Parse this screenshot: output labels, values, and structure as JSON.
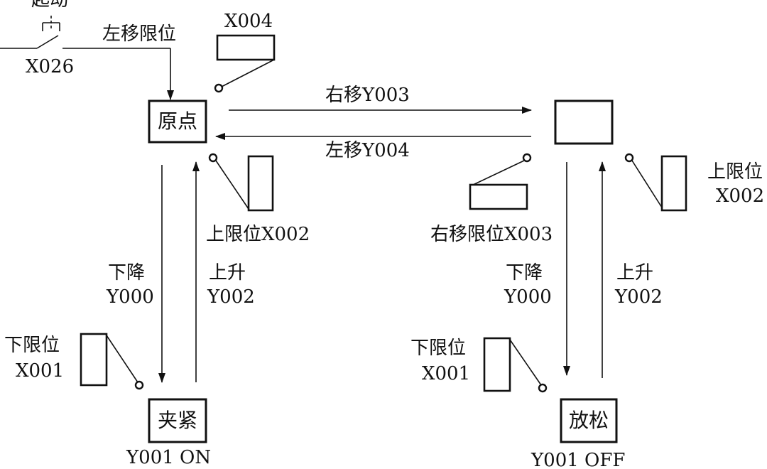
{
  "start": {
    "label": "起动",
    "input": "X026",
    "left_limit_label": "左移限位"
  },
  "states": {
    "origin": "原点",
    "clamp": "夹紧",
    "right": "",
    "release": "放松"
  },
  "outputs": {
    "clamp_on": "Y001 ON",
    "release_off": "Y001 OFF"
  },
  "transitions": {
    "move_right": "右移Y003",
    "move_left": "左移Y004",
    "down_left_1": "下降",
    "down_left_2": "Y000",
    "up_left_1": "上升",
    "up_left_2": "Y002",
    "down_right_1": "下降",
    "down_right_2": "Y000",
    "up_right_1": "上升",
    "up_right_2": "Y002"
  },
  "limit_switches": {
    "x004": "X004",
    "upper_left": "上限位X002",
    "right_limit": "右移限位X003",
    "upper_right_1": "上限位",
    "upper_right_2": "X002",
    "lower_left_1": "下限位",
    "lower_left_2": "X001",
    "lower_right_1": "下限位",
    "lower_right_2": "X001"
  }
}
